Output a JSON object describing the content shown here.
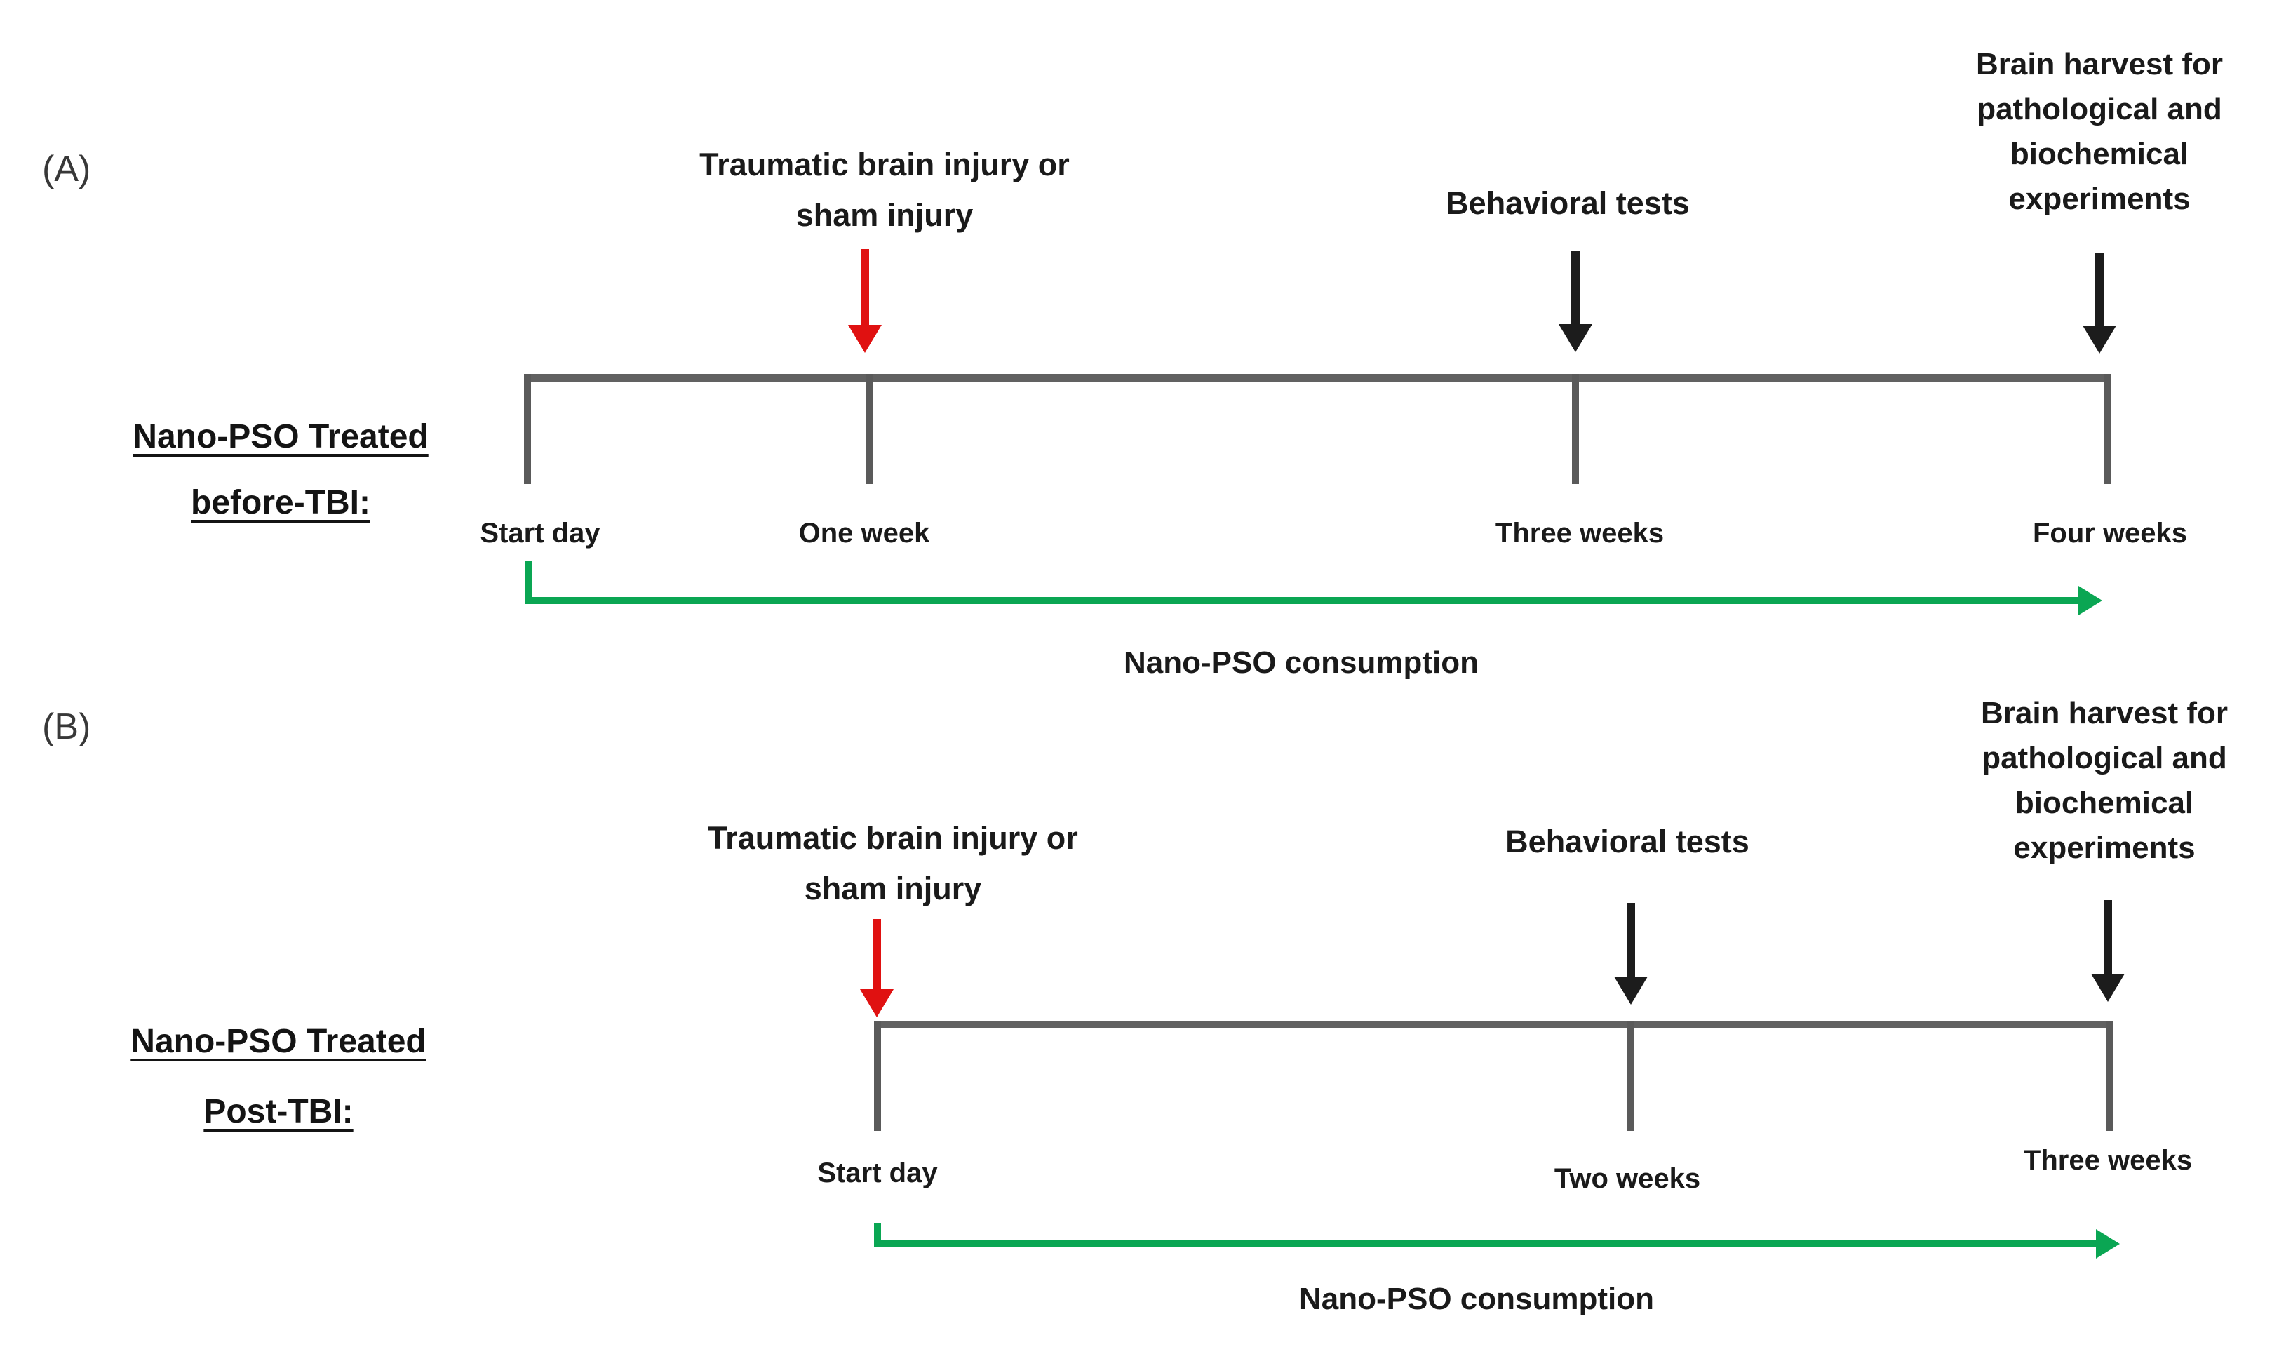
{
  "figure": {
    "background": "#ffffff",
    "colors": {
      "timeline_bar": "#616161",
      "tick": "#5a5a5a",
      "text": "#1a1a1a",
      "tbi_arrow_red": "#e01111",
      "event_arrow_black": "#1c1c1c",
      "consumption_arrow_green": "#0aa653"
    },
    "panels": [
      {
        "panel_letter": "(A)",
        "group_label": [
          "Nano-PSO Treated",
          "before-TBI:"
        ],
        "injury_annotation": [
          "Traumatic brain injury or",
          "sham injury"
        ],
        "behavioral_label": "Behavioral tests",
        "harvest_annotation": [
          "Brain harvest for",
          "pathological and",
          "biochemical",
          "experiments"
        ],
        "timepoints": [
          "Start day",
          "One week",
          "Three weeks",
          "Four weeks"
        ],
        "consumption_label": "Nano-PSO consumption"
      },
      {
        "panel_letter": "(B)",
        "group_label": [
          "Nano-PSO Treated",
          "Post-TBI:"
        ],
        "injury_annotation": [
          "Traumatic brain injury or",
          "sham injury"
        ],
        "behavioral_label": "Behavioral tests",
        "harvest_annotation": [
          "Brain harvest for",
          "pathological and",
          "biochemical",
          "experiments"
        ],
        "timepoints": [
          "Start day",
          "Two weeks",
          "Three weeks"
        ],
        "consumption_label": "Nano-PSO consumption"
      }
    ]
  }
}
